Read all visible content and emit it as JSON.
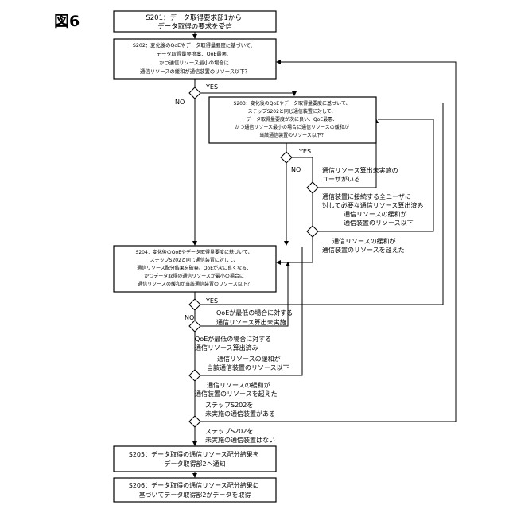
{
  "figure_label": "図6",
  "nodes": {
    "s201": [
      "S201：データ取得要求部1から",
      "データ取得の要求を受信"
    ],
    "s202": [
      "S202：変化後のQoEやデータ取得量要度に基づいて、",
      "データ取得量要度案、QoE最悪、",
      "かつ通信リソース最小の場合に",
      "通信リソースの緩和が通信装置のリソース以下？"
    ],
    "s203": [
      "S203：変化後のQoEやデータ取得量要度に基づいて、",
      "ステップS202と同じ通信装置に対して、",
      "データ取得量要度が次に良い、QoE最悪、",
      "かつ通信リソース最小の場合に通信リソースの緩和が",
      "当該通信装置のリソース以下？"
    ],
    "s204": [
      "S204：変化後のQoEやデータ取得量要度に基づいて、",
      "ステップS202と同じ通信装置に対して、",
      "通信リソース配分結果を破棄、QoEが次に良くなる、",
      "かつデータ取得の通信リソースが最小の場合に",
      "通信リソースの緩和が当該通信装置のリソース以下？"
    ],
    "s205": [
      "S205：データ取得の通信リソース配分結果を",
      "データ取得部2へ通知"
    ],
    "s206": [
      "S206：データ取得の通信リソース配分結果に",
      "基づいてデータ取得部2がデータを取得"
    ]
  },
  "branch_labels": {
    "yes_1": "YES",
    "no_1": "NO",
    "yes_2": "YES",
    "no_2": "NO",
    "yes_3": "YES",
    "no_3": "NO"
  },
  "conditions": {
    "c1": [
      "通信リソース算出未実施の",
      "ユーザがいる"
    ],
    "c2": [
      "通信装置に接続する全ユーザに",
      "対して必要な通信リソース算出済み",
      "通信リソースの緩和が",
      "通信装置のリソース以下"
    ],
    "c3": [
      "通信リソースの緩和が",
      "通信装置のリソースを超えた"
    ],
    "c4": [
      "QoEが最低の場合に対する",
      "通信リソース算出未実施"
    ],
    "c5": [
      "QoEが最低の場合に対する",
      "通信リソース算出済み",
      "通信リソースの緩和が",
      "当該通信装置のリソース以下"
    ],
    "c6": [
      "通信リソースの緩和が",
      "通信装置のリソースを超えた",
      "ステップS202を",
      "未実施の通信装置がある"
    ],
    "c7": [
      "ステップS202を",
      "未実施の通信装置はない"
    ]
  }
}
